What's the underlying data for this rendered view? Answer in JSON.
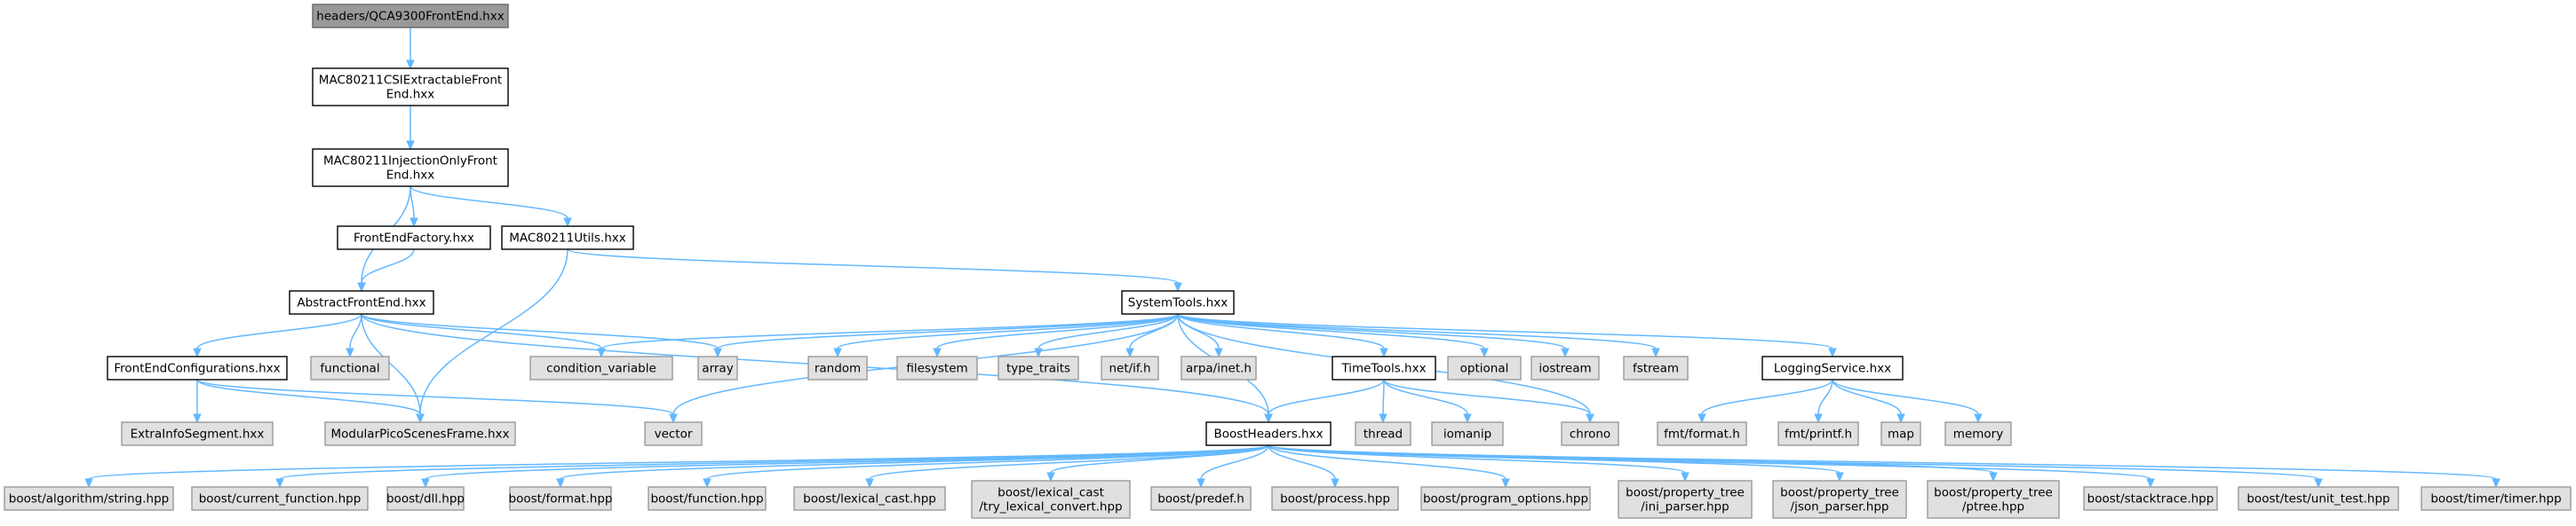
{
  "colors": {
    "root_fill": "#999999",
    "local_fill": "#ffffff",
    "system_fill": "#e0e0e0",
    "root_border": "#666666",
    "local_border": "#000000",
    "system_border": "#999999",
    "edge": "#63b8ff"
  },
  "nodes": [
    {
      "id": "root",
      "kind": "root",
      "lines": [
        "headers/QCA9300FrontEnd.hxx"
      ]
    },
    {
      "id": "csi",
      "kind": "local",
      "lines": [
        "MAC80211CSIExtractableFront",
        "End.hxx"
      ]
    },
    {
      "id": "inj",
      "kind": "local",
      "lines": [
        "MAC80211InjectionOnlyFront",
        "End.hxx"
      ]
    },
    {
      "id": "fef",
      "kind": "local",
      "lines": [
        "FrontEndFactory.hxx"
      ]
    },
    {
      "id": "utils",
      "kind": "local",
      "lines": [
        "MAC80211Utils.hxx"
      ]
    },
    {
      "id": "afe",
      "kind": "local",
      "lines": [
        "AbstractFrontEnd.hxx"
      ]
    },
    {
      "id": "systools",
      "kind": "local",
      "lines": [
        "SystemTools.hxx"
      ]
    },
    {
      "id": "fec",
      "kind": "local",
      "lines": [
        "FrontEndConfigurations.hxx"
      ]
    },
    {
      "id": "functional",
      "kind": "system",
      "lines": [
        "functional"
      ]
    },
    {
      "id": "condvar",
      "kind": "system",
      "lines": [
        "condition_variable"
      ]
    },
    {
      "id": "array",
      "kind": "system",
      "lines": [
        "array"
      ]
    },
    {
      "id": "random",
      "kind": "system",
      "lines": [
        "random"
      ]
    },
    {
      "id": "filesystem",
      "kind": "system",
      "lines": [
        "filesystem"
      ]
    },
    {
      "id": "typetraits",
      "kind": "system",
      "lines": [
        "type_traits"
      ]
    },
    {
      "id": "netif",
      "kind": "system",
      "lines": [
        "net/if.h"
      ]
    },
    {
      "id": "arpa",
      "kind": "system",
      "lines": [
        "arpa/inet.h"
      ]
    },
    {
      "id": "timetools",
      "kind": "local",
      "lines": [
        "TimeTools.hxx"
      ]
    },
    {
      "id": "optional",
      "kind": "system",
      "lines": [
        "optional"
      ]
    },
    {
      "id": "iostream",
      "kind": "system",
      "lines": [
        "iostream"
      ]
    },
    {
      "id": "fstream",
      "kind": "system",
      "lines": [
        "fstream"
      ]
    },
    {
      "id": "logging",
      "kind": "local",
      "lines": [
        "LoggingService.hxx"
      ]
    },
    {
      "id": "extrainfo",
      "kind": "system",
      "lines": [
        "ExtraInfoSegment.hxx"
      ]
    },
    {
      "id": "modular",
      "kind": "system",
      "lines": [
        "ModularPicoScenesFrame.hxx"
      ]
    },
    {
      "id": "vector",
      "kind": "system",
      "lines": [
        "vector"
      ]
    },
    {
      "id": "boost",
      "kind": "local",
      "lines": [
        "BoostHeaders.hxx"
      ]
    },
    {
      "id": "thread",
      "kind": "system",
      "lines": [
        "thread"
      ]
    },
    {
      "id": "iomanip",
      "kind": "system",
      "lines": [
        "iomanip"
      ]
    },
    {
      "id": "chrono",
      "kind": "system",
      "lines": [
        "chrono"
      ]
    },
    {
      "id": "fmtformat",
      "kind": "system",
      "lines": [
        "fmt/format.h"
      ]
    },
    {
      "id": "fmtprintf",
      "kind": "system",
      "lines": [
        "fmt/printf.h"
      ]
    },
    {
      "id": "map",
      "kind": "system",
      "lines": [
        "map"
      ]
    },
    {
      "id": "memory",
      "kind": "system",
      "lines": [
        "memory"
      ]
    },
    {
      "id": "b_algo",
      "kind": "system",
      "lines": [
        "boost/algorithm/string.hpp"
      ]
    },
    {
      "id": "b_curfn",
      "kind": "system",
      "lines": [
        "boost/current_function.hpp"
      ]
    },
    {
      "id": "b_dll",
      "kind": "system",
      "lines": [
        "boost/dll.hpp"
      ]
    },
    {
      "id": "b_format",
      "kind": "system",
      "lines": [
        "boost/format.hpp"
      ]
    },
    {
      "id": "b_function",
      "kind": "system",
      "lines": [
        "boost/function.hpp"
      ]
    },
    {
      "id": "b_lexcast",
      "kind": "system",
      "lines": [
        "boost/lexical_cast.hpp"
      ]
    },
    {
      "id": "b_trylex",
      "kind": "system",
      "lines": [
        "boost/lexical_cast",
        "/try_lexical_convert.hpp"
      ]
    },
    {
      "id": "b_predef",
      "kind": "system",
      "lines": [
        "boost/predef.h"
      ]
    },
    {
      "id": "b_process",
      "kind": "system",
      "lines": [
        "boost/process.hpp"
      ]
    },
    {
      "id": "b_progopt",
      "kind": "system",
      "lines": [
        "boost/program_options.hpp"
      ]
    },
    {
      "id": "b_ini",
      "kind": "system",
      "lines": [
        "boost/property_tree",
        "/ini_parser.hpp"
      ]
    },
    {
      "id": "b_json",
      "kind": "system",
      "lines": [
        "boost/property_tree",
        "/json_parser.hpp"
      ]
    },
    {
      "id": "b_ptree",
      "kind": "system",
      "lines": [
        "boost/property_tree",
        "/ptree.hpp"
      ]
    },
    {
      "id": "b_stack",
      "kind": "system",
      "lines": [
        "boost/stacktrace.hpp"
      ]
    },
    {
      "id": "b_unittest",
      "kind": "system",
      "lines": [
        "boost/test/unit_test.hpp"
      ]
    },
    {
      "id": "b_timer",
      "kind": "system",
      "lines": [
        "boost/timer/timer.hpp"
      ]
    }
  ],
  "edges": [
    [
      "root",
      "csi"
    ],
    [
      "csi",
      "inj"
    ],
    [
      "inj",
      "afe"
    ],
    [
      "inj",
      "fef"
    ],
    [
      "inj",
      "utils"
    ],
    [
      "fef",
      "afe"
    ],
    [
      "utils",
      "modular"
    ],
    [
      "utils",
      "systools"
    ],
    [
      "afe",
      "fec"
    ],
    [
      "afe",
      "functional"
    ],
    [
      "afe",
      "condvar"
    ],
    [
      "afe",
      "array"
    ],
    [
      "afe",
      "modular"
    ],
    [
      "afe",
      "boost"
    ],
    [
      "fec",
      "extrainfo"
    ],
    [
      "fec",
      "modular"
    ],
    [
      "fec",
      "vector"
    ],
    [
      "systools",
      "array"
    ],
    [
      "systools",
      "condvar"
    ],
    [
      "systools",
      "random"
    ],
    [
      "systools",
      "filesystem"
    ],
    [
      "systools",
      "typetraits"
    ],
    [
      "systools",
      "netif"
    ],
    [
      "systools",
      "arpa"
    ],
    [
      "systools",
      "timetools"
    ],
    [
      "systools",
      "optional"
    ],
    [
      "systools",
      "iostream"
    ],
    [
      "systools",
      "fstream"
    ],
    [
      "systools",
      "logging"
    ],
    [
      "systools",
      "vector"
    ],
    [
      "systools",
      "boost"
    ],
    [
      "systools",
      "chrono"
    ],
    [
      "timetools",
      "boost"
    ],
    [
      "timetools",
      "thread"
    ],
    [
      "timetools",
      "iomanip"
    ],
    [
      "timetools",
      "chrono"
    ],
    [
      "logging",
      "fmtformat"
    ],
    [
      "logging",
      "fmtprintf"
    ],
    [
      "logging",
      "map"
    ],
    [
      "logging",
      "memory"
    ],
    [
      "boost",
      "b_algo"
    ],
    [
      "boost",
      "b_curfn"
    ],
    [
      "boost",
      "b_dll"
    ],
    [
      "boost",
      "b_format"
    ],
    [
      "boost",
      "b_function"
    ],
    [
      "boost",
      "b_lexcast"
    ],
    [
      "boost",
      "b_trylex"
    ],
    [
      "boost",
      "b_predef"
    ],
    [
      "boost",
      "b_process"
    ],
    [
      "boost",
      "b_progopt"
    ],
    [
      "boost",
      "b_ini"
    ],
    [
      "boost",
      "b_json"
    ],
    [
      "boost",
      "b_ptree"
    ],
    [
      "boost",
      "b_stack"
    ],
    [
      "boost",
      "b_unittest"
    ],
    [
      "boost",
      "b_timer"
    ]
  ]
}
